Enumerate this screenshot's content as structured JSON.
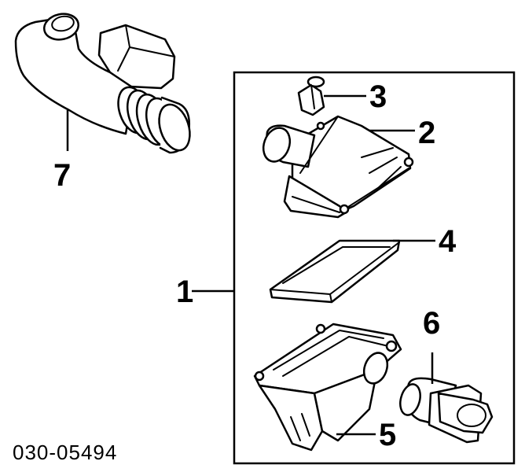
{
  "diagram": {
    "callouts": {
      "c1": "1",
      "c2": "2",
      "c3": "3",
      "c4": "4",
      "c5": "5",
      "c6": "6",
      "c7": "7"
    },
    "catalog_number": "030-05494",
    "parts": [
      {
        "callout": "1",
        "part": "air-cleaner-assembly"
      },
      {
        "callout": "2",
        "part": "air-cleaner-cover"
      },
      {
        "callout": "3",
        "part": "sensor"
      },
      {
        "callout": "4",
        "part": "air-filter-element"
      },
      {
        "callout": "5",
        "part": "air-cleaner-case"
      },
      {
        "callout": "6",
        "part": "intake-duct-adapter"
      },
      {
        "callout": "7",
        "part": "intake-hose"
      }
    ]
  }
}
